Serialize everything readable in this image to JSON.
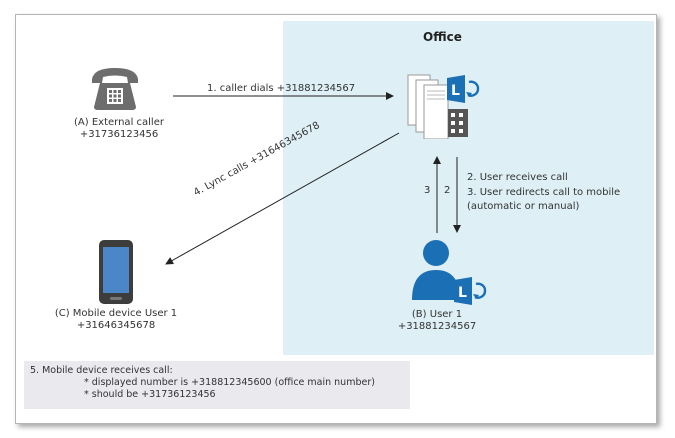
{
  "office": {
    "title": "Office"
  },
  "external_caller": {
    "line1": "(A) External caller",
    "line2": "+31736123456"
  },
  "mobile_device": {
    "line1": "(C) Mobile device User 1",
    "line2": "+31646345678"
  },
  "user1": {
    "line1": "(B) User 1",
    "line2": "+31881234567"
  },
  "steps": {
    "step1": "1. caller dials +31881234567",
    "step2": "2. User receives call",
    "step3": "3. User redirects call to mobile",
    "step3b": "(automatic or manual)",
    "step4": "4. Lync calls +31646345678",
    "num3": "3",
    "num2": "2"
  },
  "note": {
    "line1": "5. Mobile device receives call:",
    "line2": "* displayed number is +318812345600 (office main number)",
    "line3": "* should be +31736123456"
  },
  "colors": {
    "office_bg": "#deeff5",
    "note_bg": "#e9e9ee",
    "lync_blue": "#1b6fb5",
    "phone_gray": "#6d6d6d",
    "mobile_screen": "#4a86c8"
  },
  "icons": [
    "telephone-icon",
    "server-icon",
    "lync-logo-icon",
    "mobile-phone-icon",
    "user-icon"
  ]
}
